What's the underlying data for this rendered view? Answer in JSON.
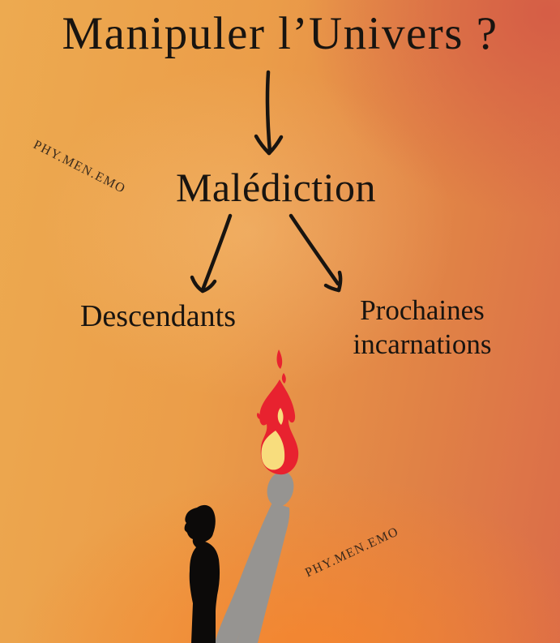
{
  "page": {
    "type": "infographic-diagram",
    "language": "fr"
  },
  "diagram": {
    "title": "Manipuler l’Univers ?",
    "center_node": "Malédiction",
    "branch_left": "Descendants",
    "branch_right_line1": "Prochaines",
    "branch_right_line2": "incarnations"
  },
  "watermark": {
    "text": "PHY.MEN.EMO"
  },
  "illustration": {
    "flame": "stylized red flame with pale yellow core floating above the shadow's head",
    "shadow": "gray elongated human shadow cast diagonally up to the right",
    "figure": "black silhouette of a child standing in left profile"
  },
  "colors": {
    "bg_top_left": "#edaa50",
    "bg_top_right": "#db6c49",
    "bg_bottom": "#f28433",
    "ink": "#181410",
    "flame_outer": "#e8222f",
    "flame_inner": "#f8dd7d",
    "shadow_gray": "#969491",
    "silhouette_black": "#0c0a09"
  }
}
